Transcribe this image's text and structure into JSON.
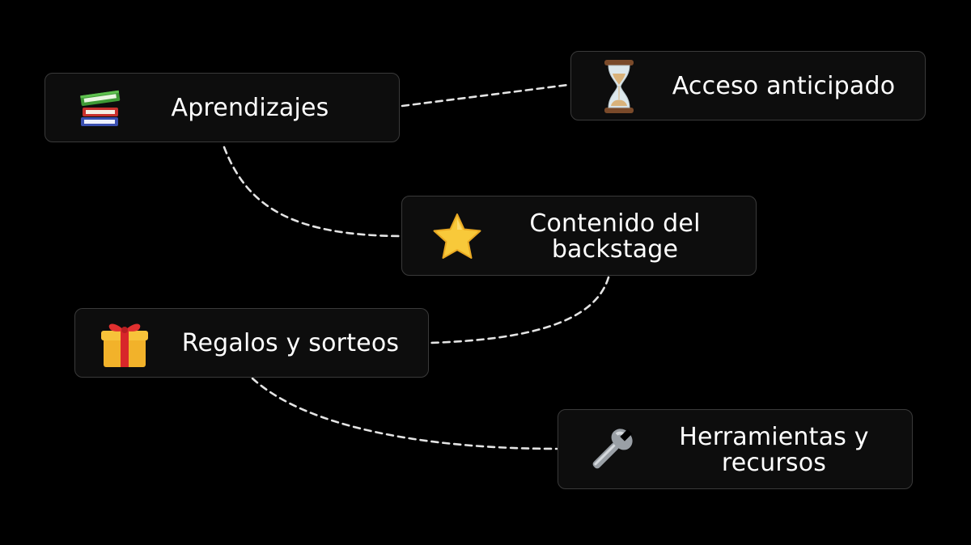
{
  "colors": {
    "background": "#000000",
    "card_background": "#0d0d0d",
    "card_border": "#3a3a3a",
    "text": "#ffffff",
    "connector": "#e4e4e4"
  },
  "nodes": {
    "aprendizajes": {
      "label": "Aprendizajes",
      "icon": "books-icon"
    },
    "acceso": {
      "label": "Acceso anticipado",
      "icon": "hourglass-icon"
    },
    "contenido": {
      "label_line1": "Contenido del",
      "label_line2": "backstage",
      "icon": "star-icon"
    },
    "regalos": {
      "label": "Regalos y sorteos",
      "icon": "gift-icon"
    },
    "herramientas": {
      "label_line1": "Herramientas y",
      "label_line2": "recursos",
      "icon": "wrench-icon"
    }
  },
  "edges": [
    {
      "from": "aprendizajes",
      "to": "acceso"
    },
    {
      "from": "aprendizajes",
      "to": "contenido"
    },
    {
      "from": "contenido",
      "to": "regalos"
    },
    {
      "from": "regalos",
      "to": "herramientas"
    }
  ]
}
